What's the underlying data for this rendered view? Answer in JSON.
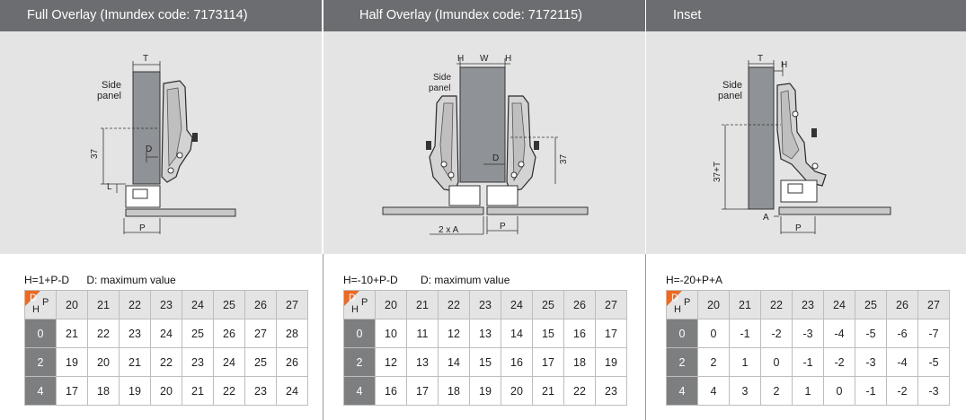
{
  "panels": [
    {
      "title": "Full Overlay (Imundex code: 7173114)",
      "formula": "H=1+P-D",
      "note": "D: maximum value",
      "labels": {
        "side_panel_1": "Side",
        "side_panel_2": "panel",
        "T": "T",
        "D": "D",
        "L": "L",
        "P": "P",
        "dim": "37"
      },
      "table": {
        "corner": {
          "d": "D",
          "p": "P",
          "h": "H"
        },
        "columns": [
          "20",
          "21",
          "22",
          "23",
          "24",
          "25",
          "26",
          "27"
        ],
        "rows": [
          {
            "h": "0",
            "values": [
              "21",
              "22",
              "23",
              "24",
              "25",
              "26",
              "27",
              "28"
            ]
          },
          {
            "h": "2",
            "values": [
              "19",
              "20",
              "21",
              "22",
              "23",
              "24",
              "25",
              "26"
            ]
          },
          {
            "h": "4",
            "values": [
              "17",
              "18",
              "19",
              "20",
              "21",
              "22",
              "23",
              "24"
            ]
          }
        ]
      }
    },
    {
      "title": "Half Overlay (Imundex code: 7172115)",
      "formula": "H=-10+P-D",
      "note": "D: maximum value",
      "labels": {
        "side_panel_1": "Side",
        "side_panel_2": "panel",
        "H1": "H",
        "W": "W",
        "H2": "H",
        "D": "D",
        "P": "P",
        "dim": "37",
        "twoA": "2 x A"
      },
      "table": {
        "corner": {
          "d": "D",
          "p": "P",
          "h": "H"
        },
        "columns": [
          "20",
          "21",
          "22",
          "23",
          "24",
          "25",
          "26",
          "27"
        ],
        "rows": [
          {
            "h": "0",
            "values": [
              "10",
              "11",
              "12",
              "13",
              "14",
              "15",
              "16",
              "17"
            ]
          },
          {
            "h": "2",
            "values": [
              "12",
              "13",
              "14",
              "15",
              "16",
              "17",
              "18",
              "19"
            ]
          },
          {
            "h": "4",
            "values": [
              "16",
              "17",
              "18",
              "19",
              "20",
              "21",
              "22",
              "23"
            ]
          }
        ]
      }
    },
    {
      "title": "Inset",
      "formula": "H=-20+P+A",
      "note": "",
      "labels": {
        "side_panel_1": "Side",
        "side_panel_2": "panel",
        "T": "T",
        "H": "H",
        "A": "A",
        "P": "P",
        "dim": "37+T"
      },
      "table": {
        "corner": {
          "d": "D",
          "p": "P",
          "h": "H"
        },
        "columns": [
          "20",
          "21",
          "22",
          "23",
          "24",
          "25",
          "26",
          "27"
        ],
        "rows": [
          {
            "h": "0",
            "values": [
              "0",
              "-1",
              "-2",
              "-3",
              "-4",
              "-5",
              "-6",
              "-7"
            ]
          },
          {
            "h": "2",
            "values": [
              "2",
              "1",
              "0",
              "-1",
              "-2",
              "-3",
              "-4",
              "-5"
            ]
          },
          {
            "h": "4",
            "values": [
              "4",
              "3",
              "2",
              "1",
              "0",
              "-1",
              "-2",
              "-3"
            ]
          }
        ]
      }
    }
  ],
  "colors": {
    "header_bg": "#6b6d70",
    "accent_corner": "#ed6a23",
    "row_header_bg": "#7d7e80",
    "drawing_bg": "#e4e4e4"
  }
}
